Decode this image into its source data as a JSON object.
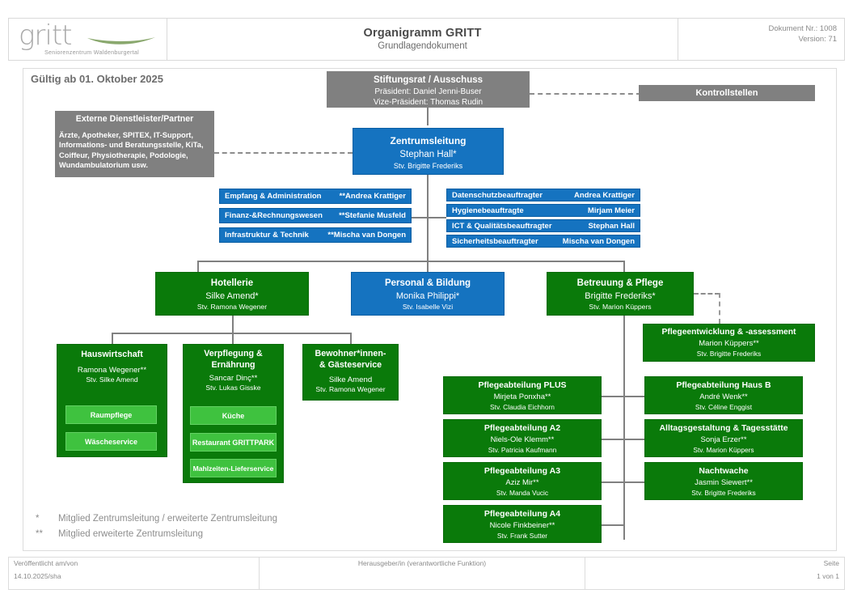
{
  "header": {
    "logo_word": "gritt",
    "logo_subtitle": "Seniorenzentrum Waldenburgertal",
    "title": "Organigramm GRITT",
    "subtitle": "Grundlagendokument",
    "doc_number": "Dokument Nr.: 1008",
    "version": "Version: 71"
  },
  "chart": {
    "valid_from": "Gültig ab 01. Oktober 2025",
    "board": {
      "title": "Stiftungsrat / Ausschuss",
      "line1": "Präsident: Daniel Jenni-Buser",
      "line2": "Vize-Präsident: Thomas Rudin"
    },
    "control": {
      "title": "Kontrollstellen"
    },
    "external": {
      "title": "Externe Dienstleister/Partner",
      "body_line1": "Ärzte, Apotheker, SPITEX, IT-Support,",
      "body_line2": "Informations- und Beratungsstelle, KiTa,",
      "body_line3": "Coiffeur, Physiotherapie, Podologie,",
      "body_line4": "Wundambulatorium usw."
    },
    "management": {
      "title": "Zentrumsleitung",
      "name": "Stephan Hall*",
      "deputy": "Stv. Brigitte Frederiks"
    },
    "admin_strips": [
      {
        "label": "Empfang & Administration",
        "person": "**Andrea Krattiger"
      },
      {
        "label": "Finanz-&Rechnungswesen",
        "person": "**Stefanie Musfeld"
      },
      {
        "label": "Infrastruktur & Technik",
        "person": "**Mischa van Dongen"
      }
    ],
    "officer_strips": [
      {
        "label": "Datenschutzbeauftragter",
        "person": "Andrea Krattiger"
      },
      {
        "label": "Hygienebeauftragte",
        "person": "Mirjam Meier"
      },
      {
        "label": "ICT & Qualitätsbeauftragter",
        "person": "Stephan Hall"
      },
      {
        "label": "Sicherheitsbeauftragter",
        "person": "Mischa van Dongen"
      }
    ],
    "divisions": {
      "hotellerie": {
        "title": "Hotellerie",
        "name": "Silke Amend*",
        "deputy": "Stv. Ramona Wegener"
      },
      "personal": {
        "title": "Personal & Bildung",
        "name": "Monika Philippi*",
        "deputy": "Stv. Isabelle Vizi"
      },
      "pflege": {
        "title": "Betreuung & Pflege",
        "name": "Brigitte Frederiks*",
        "deputy": "Stv. Marion Küppers"
      }
    },
    "hotellerie_children": [
      {
        "title": "Hauswirtschaft",
        "name": "Ramona Wegener**",
        "deputy": "Stv. Silke Amend",
        "subs": [
          "Raumpflege",
          "Wäscheservice"
        ]
      },
      {
        "title_line1": "Verpflegung &",
        "title_line2": "Ernährung",
        "name": "Sancar Dinç**",
        "deputy": "Stv. Lukas Gisske",
        "subs": [
          "Küche",
          "Restaurant GRITTPARK",
          "Mahlzeiten-Lieferservice"
        ]
      },
      {
        "title_line1": "Bewohner*innen-",
        "title_line2": "& Gästeservice",
        "name": "Silke Amend",
        "deputy": "Stv. Ramona Wegener",
        "subs": []
      }
    ],
    "pflege_development": {
      "title": "Pflegeentwicklung & -assessment",
      "name": "Marion Küppers**",
      "deputy": "Stv. Brigitte Frederiks"
    },
    "pflege_left": [
      {
        "title": "Pflegeabteilung PLUS",
        "name": "Mirjeta Ponxha**",
        "deputy": "Stv. Claudia Eichhorn"
      },
      {
        "title": "Pflegeabteilung A2",
        "name": "Niels-Ole Klemm**",
        "deputy": "Stv. Patricia Kaufmann"
      },
      {
        "title": "Pflegeabteilung A3",
        "name": "Aziz Mir**",
        "deputy": "Stv. Manda Vucic"
      },
      {
        "title": "Pflegeabteilung A4",
        "name": "Nicole Finkbeiner**",
        "deputy": "Stv. Frank Sutter"
      }
    ],
    "pflege_right": [
      {
        "title": "Pflegeabteilung Haus B",
        "name": "André Wenk**",
        "deputy": "Stv. Céline Enggist"
      },
      {
        "title": "Alltagsgestaltung & Tagesstätte",
        "name": "Sonja Erzer**",
        "deputy": "Stv. Marion Küppers"
      },
      {
        "title": "Nachtwache",
        "name": "Jasmin Siewert**",
        "deputy": "Stv. Brigitte Frederiks"
      }
    ],
    "legend": [
      {
        "marker": "*",
        "text": "Mitglied Zentrumsleitung / erweiterte Zentrumsleitung"
      },
      {
        "marker": "**",
        "text": "Mitglied erweiterte Zentrumsleitung"
      }
    ]
  },
  "footer": {
    "col1_header": "Veröffentlicht am/von",
    "col2_header": "Herausgeber/in (verantwortliche Funktion)",
    "col3_header": "Seite",
    "col1_value": "14.10.2025/sha",
    "col2_value": "",
    "col3_value": "1 von 1"
  },
  "colors": {
    "gray": "#808080",
    "blue": "#1573c0",
    "green": "#0a7a0a",
    "light_green": "#3fc23f",
    "connector": "#808080"
  }
}
